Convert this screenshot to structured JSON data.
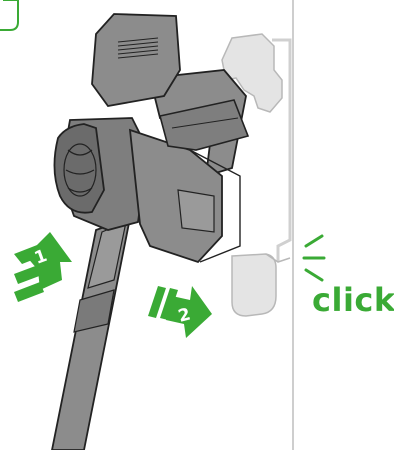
{
  "colors": {
    "accent_green": "#3aaa35",
    "vacuum_body": "#8c8c8c",
    "vacuum_dark": "#6b6b6b",
    "vacuum_light": "#a8a8a8",
    "outline": "#222222",
    "dock": "#e4e4e4",
    "dock_outline": "#b8b8b8"
  },
  "steps": [
    {
      "number": "1",
      "icon": "up-arrow-icon"
    },
    {
      "number": "2",
      "icon": "right-arrow-icon"
    }
  ],
  "click_text": "click",
  "icons": [
    "click-sound-lines-icon",
    "corner-frame-icon"
  ]
}
